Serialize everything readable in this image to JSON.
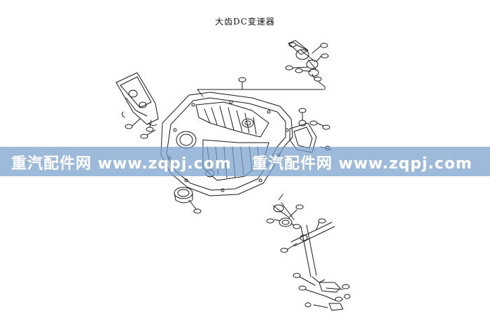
{
  "title": "大齿DC变速器",
  "watermark": {
    "text": "重汽配件网 www.zqpj.com",
    "color": "#7aa0cd"
  },
  "icons": [
    "exploded-transmission-housing-drawing"
  ]
}
